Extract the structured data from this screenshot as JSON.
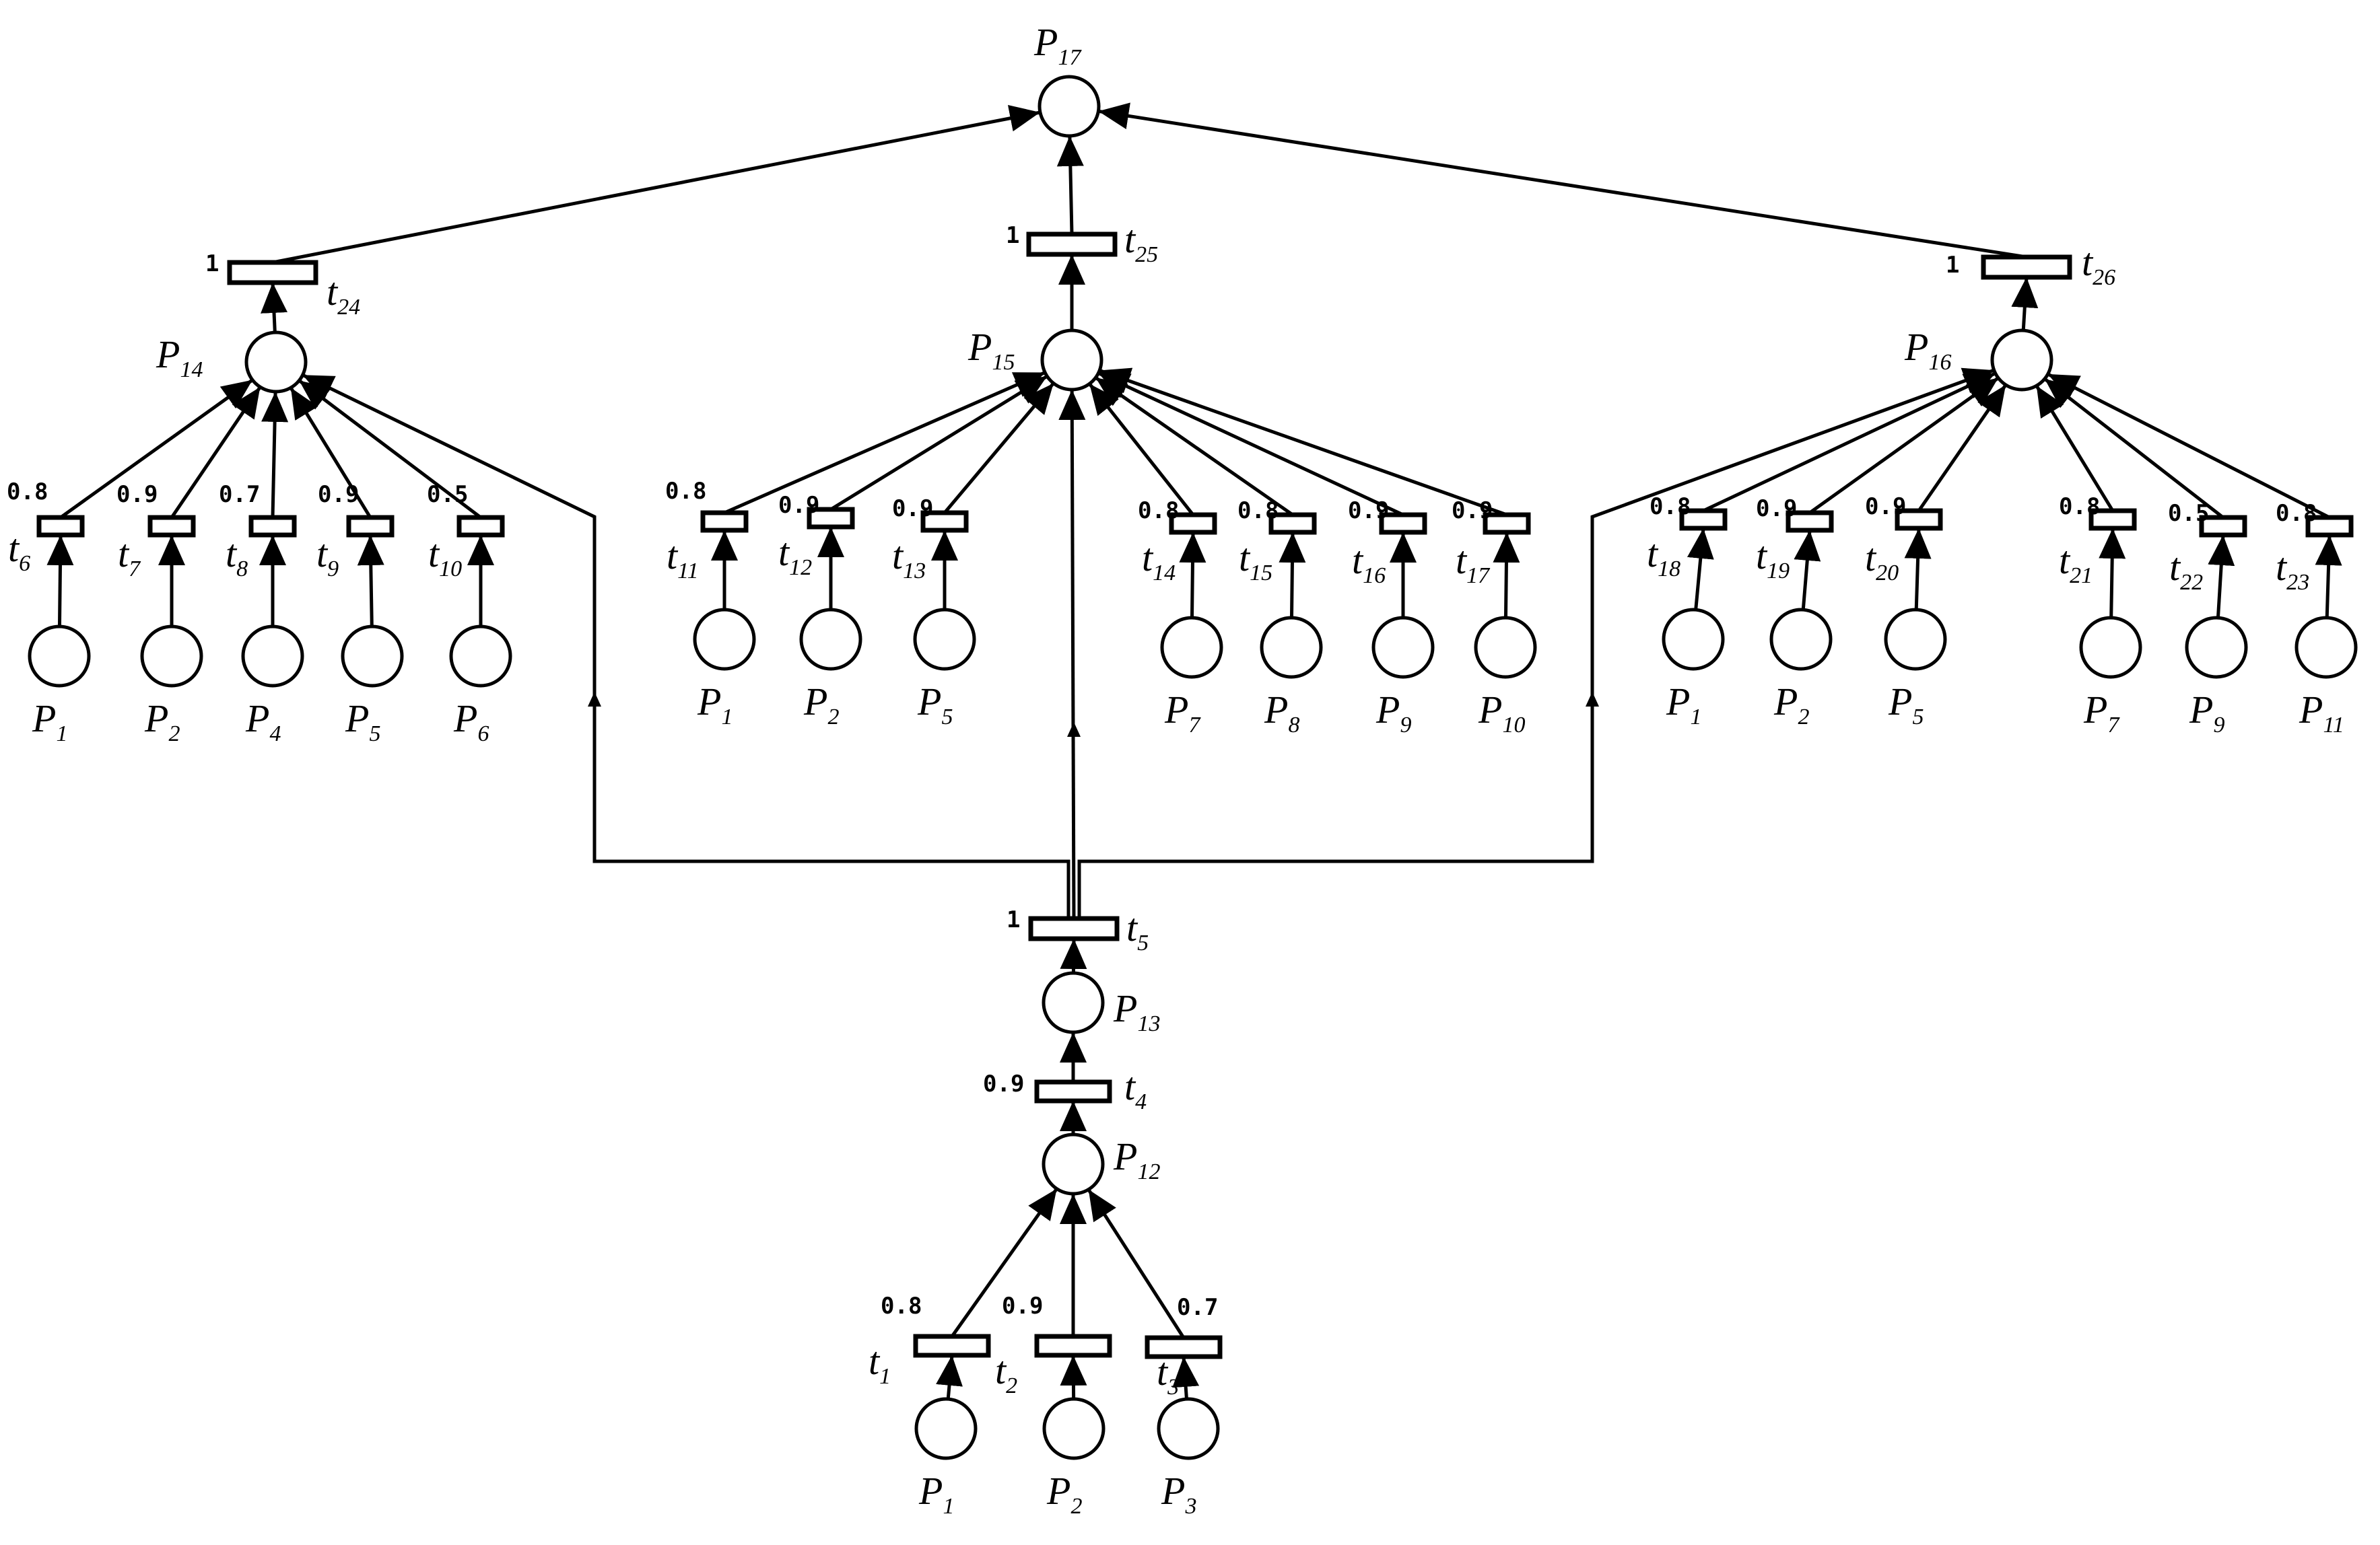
{
  "places": [
    {
      "id": "p17",
      "name": "P",
      "sub": "17"
    },
    {
      "id": "p14",
      "name": "P",
      "sub": "14"
    },
    {
      "id": "p15",
      "name": "P",
      "sub": "15"
    },
    {
      "id": "p16",
      "name": "P",
      "sub": "16"
    },
    {
      "id": "p13",
      "name": "P",
      "sub": "13"
    },
    {
      "id": "p12",
      "name": "P",
      "sub": "12"
    },
    {
      "id": "a1",
      "name": "P",
      "sub": "1"
    },
    {
      "id": "a2",
      "name": "P",
      "sub": "2"
    },
    {
      "id": "a4",
      "name": "P",
      "sub": "4"
    },
    {
      "id": "a5",
      "name": "P",
      "sub": "5"
    },
    {
      "id": "a6",
      "name": "P",
      "sub": "6"
    },
    {
      "id": "b1",
      "name": "P",
      "sub": "1"
    },
    {
      "id": "b2",
      "name": "P",
      "sub": "2"
    },
    {
      "id": "b5",
      "name": "P",
      "sub": "5"
    },
    {
      "id": "b7",
      "name": "P",
      "sub": "7"
    },
    {
      "id": "b8",
      "name": "P",
      "sub": "8"
    },
    {
      "id": "b9",
      "name": "P",
      "sub": "9"
    },
    {
      "id": "b10",
      "name": "P",
      "sub": "10"
    },
    {
      "id": "c1",
      "name": "P",
      "sub": "1"
    },
    {
      "id": "c2",
      "name": "P",
      "sub": "2"
    },
    {
      "id": "c5",
      "name": "P",
      "sub": "5"
    },
    {
      "id": "c7",
      "name": "P",
      "sub": "7"
    },
    {
      "id": "c9",
      "name": "P",
      "sub": "9"
    },
    {
      "id": "c11",
      "name": "P",
      "sub": "11"
    },
    {
      "id": "d1",
      "name": "P",
      "sub": "1"
    },
    {
      "id": "d2",
      "name": "P",
      "sub": "2"
    },
    {
      "id": "d3",
      "name": "P",
      "sub": "3"
    }
  ],
  "transitions": [
    {
      "id": "t24",
      "name": "t",
      "sub": "24",
      "weight": "1"
    },
    {
      "id": "t25",
      "name": "t",
      "sub": "25",
      "weight": "1"
    },
    {
      "id": "t26",
      "name": "t",
      "sub": "26",
      "weight": "1"
    },
    {
      "id": "t6",
      "name": "t",
      "sub": "6",
      "weight": "0.8"
    },
    {
      "id": "t7",
      "name": "t",
      "sub": "7",
      "weight": "0.9"
    },
    {
      "id": "t8",
      "name": "t",
      "sub": "8",
      "weight": "0.7"
    },
    {
      "id": "t9",
      "name": "t",
      "sub": "9",
      "weight": "0.9"
    },
    {
      "id": "t10",
      "name": "t",
      "sub": "10",
      "weight": "0.5"
    },
    {
      "id": "t11",
      "name": "t",
      "sub": "11",
      "weight": "0.8"
    },
    {
      "id": "t12",
      "name": "t",
      "sub": "12",
      "weight": "0.9"
    },
    {
      "id": "t13",
      "name": "t",
      "sub": "13",
      "weight": "0.9"
    },
    {
      "id": "t14",
      "name": "t",
      "sub": "14",
      "weight": "0.8"
    },
    {
      "id": "t15",
      "name": "t",
      "sub": "15",
      "weight": "0.8"
    },
    {
      "id": "t16",
      "name": "t",
      "sub": "16",
      "weight": "0.9"
    },
    {
      "id": "t17",
      "name": "t",
      "sub": "17",
      "weight": "0.9"
    },
    {
      "id": "t18",
      "name": "t",
      "sub": "18",
      "weight": "0.8"
    },
    {
      "id": "t19",
      "name": "t",
      "sub": "19",
      "weight": "0.9"
    },
    {
      "id": "t20",
      "name": "t",
      "sub": "20",
      "weight": "0.9"
    },
    {
      "id": "t21",
      "name": "t",
      "sub": "21",
      "weight": "0.8"
    },
    {
      "id": "t22",
      "name": "t",
      "sub": "22",
      "weight": "0.5"
    },
    {
      "id": "t23",
      "name": "t",
      "sub": "23",
      "weight": "0.8"
    },
    {
      "id": "t5",
      "name": "t",
      "sub": "5",
      "weight": "1"
    },
    {
      "id": "t4",
      "name": "t",
      "sub": "4",
      "weight": "0.9"
    },
    {
      "id": "t1",
      "name": "t",
      "sub": "1",
      "weight": "0.8"
    },
    {
      "id": "t2",
      "name": "t",
      "sub": "2",
      "weight": "0.9"
    },
    {
      "id": "t3",
      "name": "t",
      "sub": "3",
      "weight": "0.7"
    }
  ],
  "arcs": [
    [
      "a1",
      "t6"
    ],
    [
      "a2",
      "t7"
    ],
    [
      "a4",
      "t8"
    ],
    [
      "a5",
      "t9"
    ],
    [
      "a6",
      "t10"
    ],
    [
      "t6",
      "p14"
    ],
    [
      "t7",
      "p14"
    ],
    [
      "t8",
      "p14"
    ],
    [
      "t9",
      "p14"
    ],
    [
      "t10",
      "p14"
    ],
    [
      "p14",
      "t24"
    ],
    [
      "t24",
      "p17"
    ],
    [
      "b1",
      "t11"
    ],
    [
      "b2",
      "t12"
    ],
    [
      "b5",
      "t13"
    ],
    [
      "b7",
      "t14"
    ],
    [
      "b8",
      "t15"
    ],
    [
      "b9",
      "t16"
    ],
    [
      "b10",
      "t17"
    ],
    [
      "t11",
      "p15"
    ],
    [
      "t12",
      "p15"
    ],
    [
      "t13",
      "p15"
    ],
    [
      "t14",
      "p15"
    ],
    [
      "t15",
      "p15"
    ],
    [
      "t16",
      "p15"
    ],
    [
      "t17",
      "p15"
    ],
    [
      "p15",
      "t25"
    ],
    [
      "t25",
      "p17"
    ],
    [
      "c1",
      "t18"
    ],
    [
      "c2",
      "t19"
    ],
    [
      "c5",
      "t20"
    ],
    [
      "c7",
      "t21"
    ],
    [
      "c9",
      "t22"
    ],
    [
      "c11",
      "t23"
    ],
    [
      "t18",
      "p16"
    ],
    [
      "t19",
      "p16"
    ],
    [
      "t20",
      "p16"
    ],
    [
      "t21",
      "p16"
    ],
    [
      "t22",
      "p16"
    ],
    [
      "t23",
      "p16"
    ],
    [
      "p16",
      "t26"
    ],
    [
      "t26",
      "p17"
    ],
    [
      "d1",
      "t1"
    ],
    [
      "d2",
      "t2"
    ],
    [
      "d3",
      "t3"
    ],
    [
      "t1",
      "p12"
    ],
    [
      "t2",
      "p12"
    ],
    [
      "t3",
      "p12"
    ],
    [
      "p12",
      "t4"
    ],
    [
      "t4",
      "p13"
    ],
    [
      "p13",
      "t5"
    ],
    [
      "t5",
      "p14"
    ],
    [
      "t5",
      "p15"
    ],
    [
      "t5",
      "p16"
    ]
  ]
}
